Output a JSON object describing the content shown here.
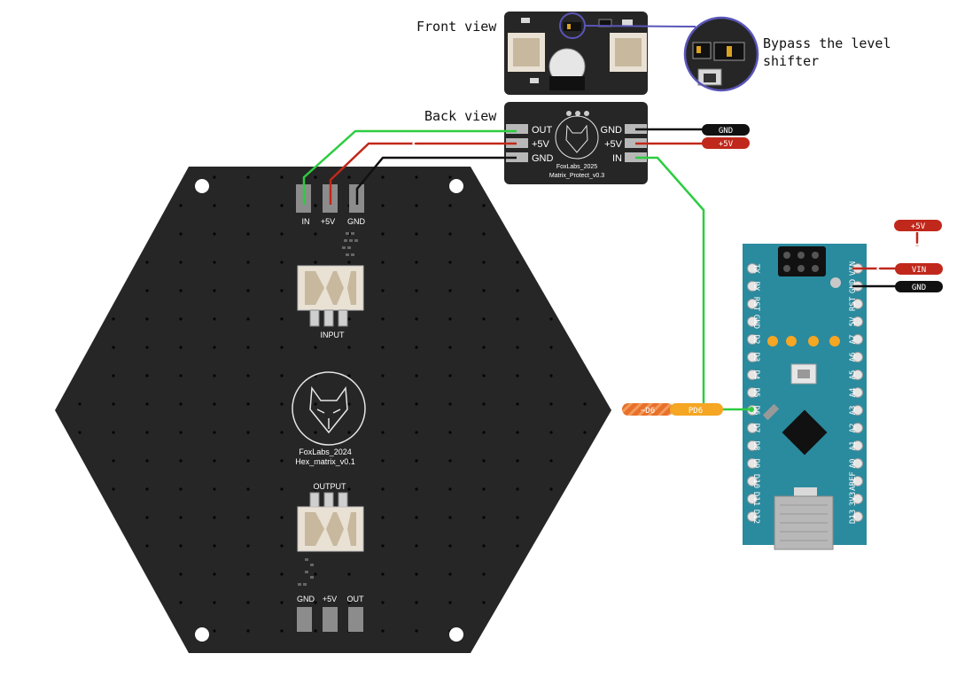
{
  "captions": {
    "front_view": "Front view",
    "back_view": "Back view",
    "bypass_line1": "Bypass the level",
    "bypass_line2": "shifter"
  },
  "hex_board": {
    "top_pads": [
      "IN",
      "+5V",
      "GND"
    ],
    "input_label": "INPUT",
    "brand_line1": "FoxLabs_2024",
    "brand_line2": "Hex_matrix_v0.1",
    "output_label": "OUTPUT",
    "bottom_pads": [
      "GND",
      "+5V",
      "OUT"
    ]
  },
  "protect_board": {
    "left_pads": [
      "OUT",
      "+5V",
      "GND"
    ],
    "right_pads": [
      "GND",
      "+5V",
      "IN"
    ],
    "brand_line1": "FoxLabs_2025",
    "brand_line2": "Matrix_Protect_v0.3"
  },
  "wire_tags": {
    "gnd_top": "GND",
    "v5_top": "+5V",
    "v5_arduino": "+5V",
    "vin": "VIN",
    "gnd_arduino": "GND",
    "d6_alt": "~D6",
    "d6_port": "PD6"
  },
  "arduino": {
    "left_pins": [
      "TX",
      "RX",
      "RST",
      "GND",
      "D2",
      "D3",
      "D4",
      "D5",
      "D6",
      "D7",
      "D8",
      "D9",
      "D10",
      "D11",
      "D12"
    ],
    "right_pins": [
      "VIN",
      "GND",
      "RST",
      "5V",
      "A7",
      "A6",
      "A5",
      "A4",
      "A3",
      "A2",
      "A1",
      "A0",
      "AREF",
      "3V3",
      "D13"
    ]
  },
  "colors": {
    "pcb": "#262626",
    "arduino": "#2a8a9e",
    "wire_green": "#2ecc40",
    "wire_red": "#c0281b",
    "wire_black": "#111111",
    "d6_tag": "#f5a623"
  }
}
